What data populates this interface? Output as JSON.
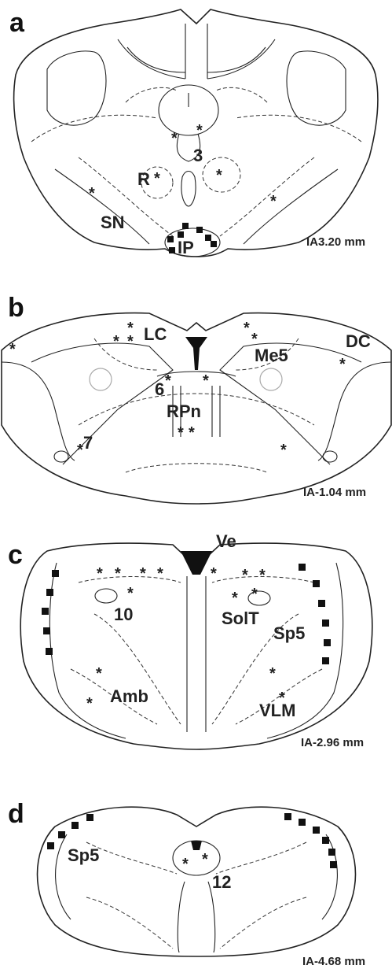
{
  "panels": [
    {
      "letter": "a",
      "coordinate": "IA3.20 mm",
      "labels": [
        "3",
        "R",
        "SN",
        "IP"
      ]
    },
    {
      "letter": "b",
      "coordinate": "IA-1.04 mm",
      "labels": [
        "LC",
        "Me5",
        "DC",
        "6",
        "RPn",
        "7"
      ]
    },
    {
      "letter": "c",
      "coordinate": "IA-2.96 mm",
      "labels": [
        "Ve",
        "10",
        "SolT",
        "Sp5",
        "Amb",
        "VLM"
      ]
    },
    {
      "letter": "d",
      "coordinate": "IA-4.68 mm",
      "labels": [
        "Sp5",
        "12"
      ]
    }
  ],
  "marker_asterisk": "*",
  "colors": {
    "line": "#222222",
    "marker": "#111111",
    "background": "#ffffff"
  }
}
